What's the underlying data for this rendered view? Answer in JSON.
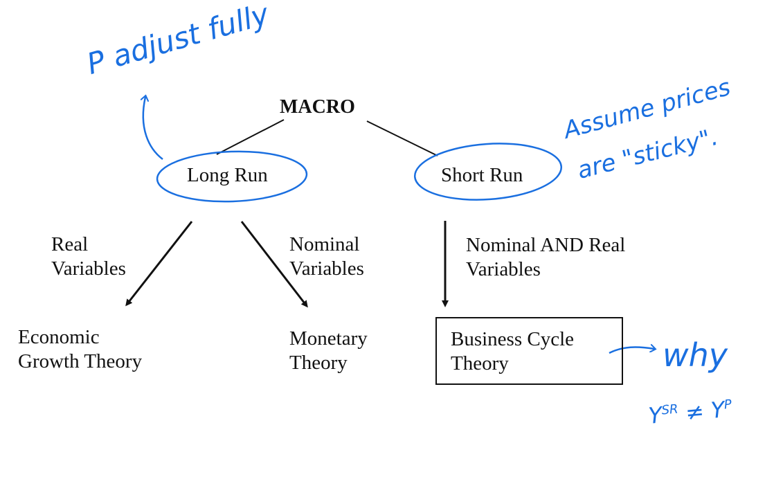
{
  "diagram": {
    "root": "MACRO",
    "branches": {
      "long_run": "Long Run",
      "short_run": "Short Run"
    },
    "edges": {
      "real": [
        "Real",
        "Variables"
      ],
      "nominal": [
        "Nominal",
        "Variables"
      ],
      "nominal_and_real": [
        "Nominal AND Real",
        "Variables"
      ]
    },
    "leaves": {
      "economic_growth": [
        "Economic",
        "Growth Theory"
      ],
      "monetary": [
        "Monetary",
        "Theory"
      ],
      "business_cycle": [
        "Business Cycle",
        "Theory"
      ]
    }
  },
  "annotations": {
    "long_run_note": "P adjust fully",
    "short_run_note_1": "Assume prices",
    "short_run_note_2": "are \"sticky\".",
    "business_cycle_note": "why",
    "formula_1": "Y",
    "formula_sup_1": "SR",
    "formula_neq": "≠",
    "formula_2": "Y",
    "formula_sup_2": "P"
  },
  "colors": {
    "ink": "#111111",
    "handwriting": "#1a6fe0"
  }
}
